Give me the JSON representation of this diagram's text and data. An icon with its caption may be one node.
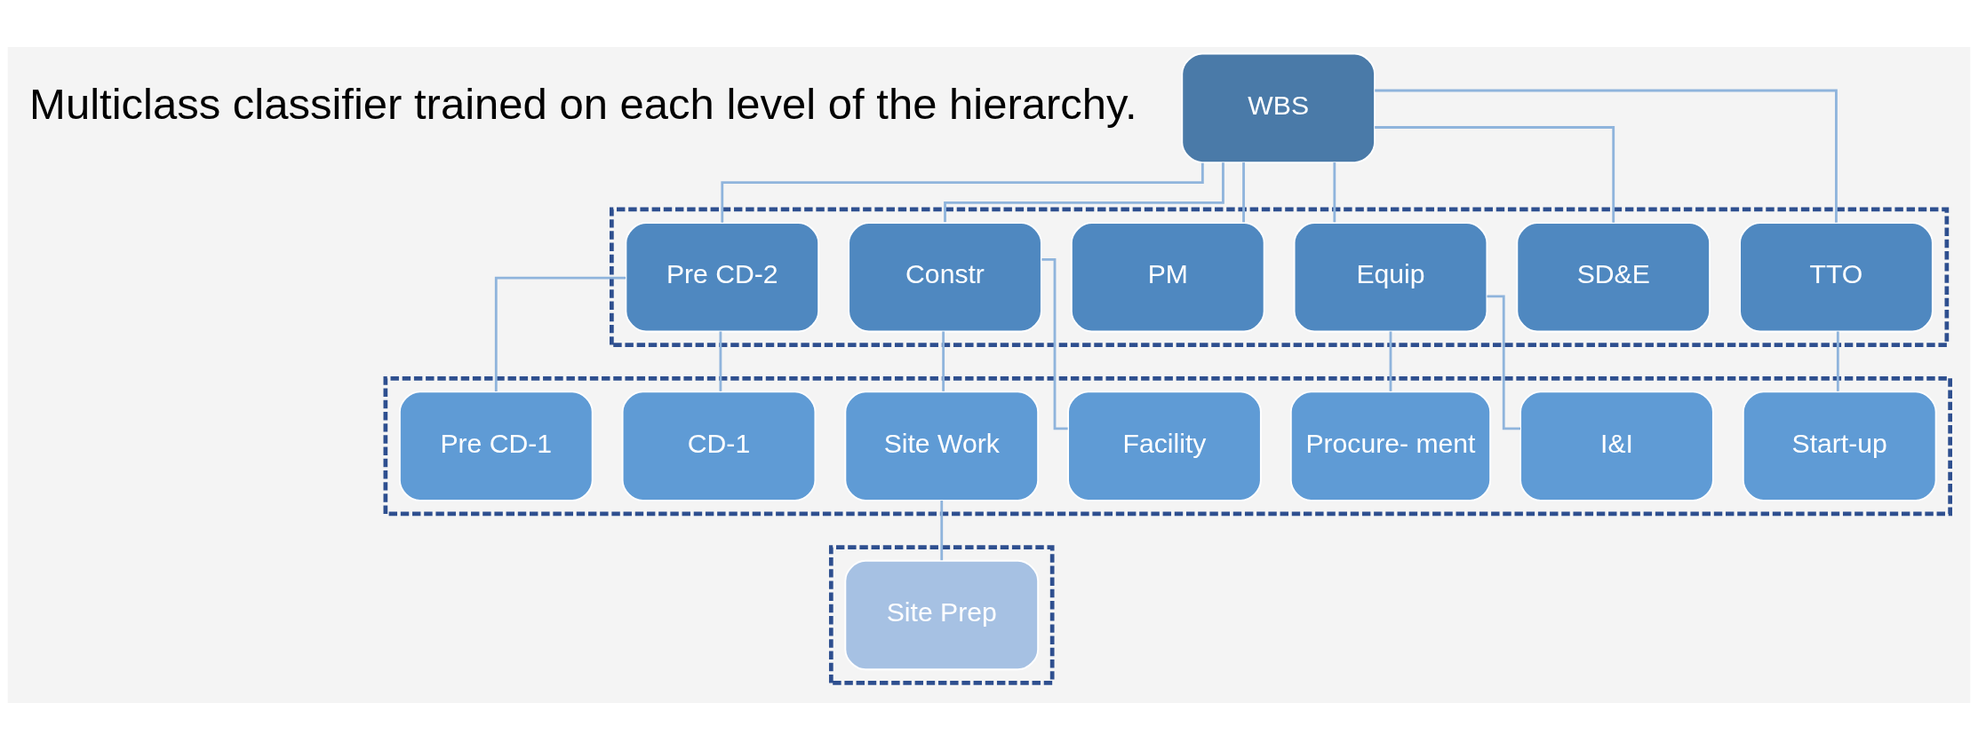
{
  "diagram": {
    "nodes": [
      {
        "text": [
          "WBS"
        ]
      },
      {
        "text": [],
        "shape": "box"
      },
      {
        "text": [
          "Pre CD-2"
        ],
        "in": 1
      },
      {
        "text": [
          "Constr"
        ],
        "in": 1
      },
      {
        "text": [
          "PM"
        ],
        "in": 1
      },
      {
        "text": [
          "Equip"
        ],
        "in": 1
      },
      {
        "text": [
          "SD&E"
        ],
        "in": 1
      },
      {
        "text": [
          "TTO"
        ],
        "in": 1
      },
      {
        "text": [],
        "shape": "box"
      },
      {
        "text": [
          "Pre CD-1"
        ],
        "in": 8
      },
      {
        "text": [
          "CD-1"
        ],
        "in": 8
      },
      {
        "text": [
          "Site Work"
        ],
        "in": 8
      },
      {
        "text": [
          "Facility"
        ],
        "in": 8
      },
      {
        "text": [
          "Procure- ment"
        ],
        "in": 8
      },
      {
        "text": [
          "I&I"
        ],
        "in": 8
      },
      {
        "text": [
          "Start-up"
        ],
        "in": 8
      },
      {
        "text": [],
        "shape": "box"
      },
      {
        "text": [
          "Site Prep"
        ],
        "in": 16
      }
    ],
    "edges": [
      {
        "from": 0,
        "to": 2,
        "arrow": "none"
      },
      {
        "from": 0,
        "to": 3,
        "arrow": "none"
      },
      {
        "from": 0,
        "to": 4,
        "arrow": "none"
      },
      {
        "from": 0,
        "to": 5,
        "arrow": "none"
      },
      {
        "from": 0,
        "to": 6,
        "arrow": "none"
      },
      {
        "from": 0,
        "to": 7,
        "arrow": "none"
      },
      {
        "from": 2,
        "to": 9,
        "arrow": "none"
      },
      {
        "from": 2,
        "to": 10,
        "arrow": "none"
      },
      {
        "from": 3,
        "to": 11,
        "arrow": "none"
      },
      {
        "from": 3,
        "to": 12,
        "arrow": "none"
      },
      {
        "from": 5,
        "to": 13,
        "arrow": "none"
      },
      {
        "from": 5,
        "to": 14,
        "arrow": "none"
      },
      {
        "from": 7,
        "to": 15,
        "arrow": "none"
      },
      {
        "from": 11,
        "to": 17,
        "arrow": "none"
      }
    ],
    "labels": [
      "Multiclass classifier trained on each level of the hierarchy."
    ]
  }
}
